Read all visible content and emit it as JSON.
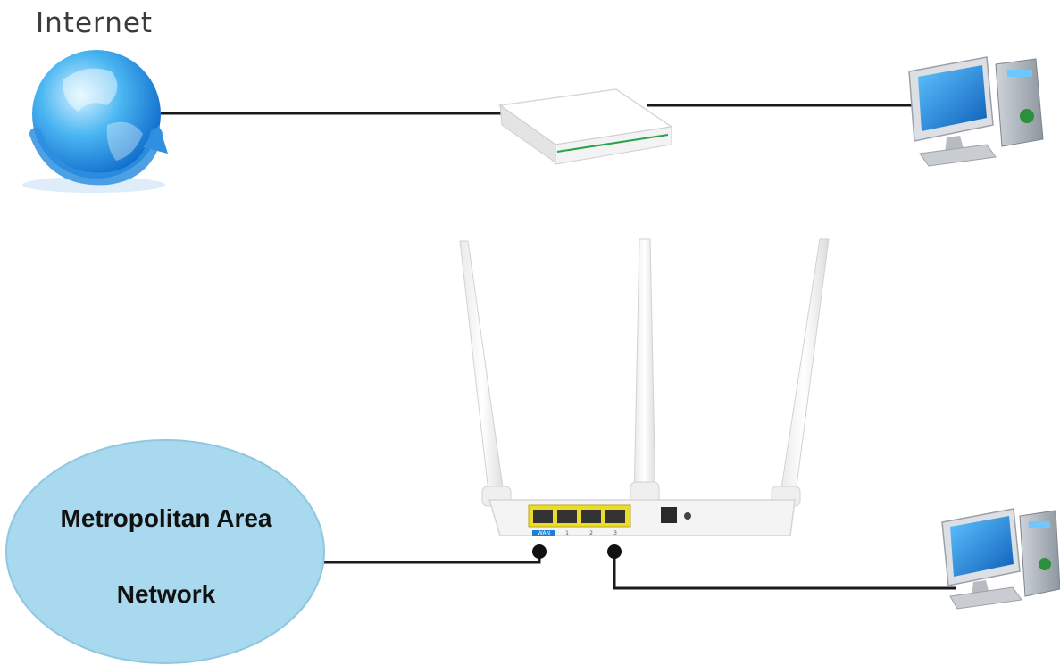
{
  "labels": {
    "internet": "Internet",
    "man_line1": "Metropolitan Area",
    "man_line2": "Network"
  },
  "router_ports": [
    "WAN",
    "1",
    "2",
    "3"
  ],
  "colors": {
    "ellipse_fill": "#a9d9ee",
    "cable": "#1a1a1a",
    "port_yellow": "#ecdc2a",
    "wan_tag": "#1f7fd6",
    "device_white": "#f4f4f4"
  },
  "icons": [
    "globe-icon",
    "modem-icon",
    "wifi-router-icon",
    "computer-icon"
  ]
}
